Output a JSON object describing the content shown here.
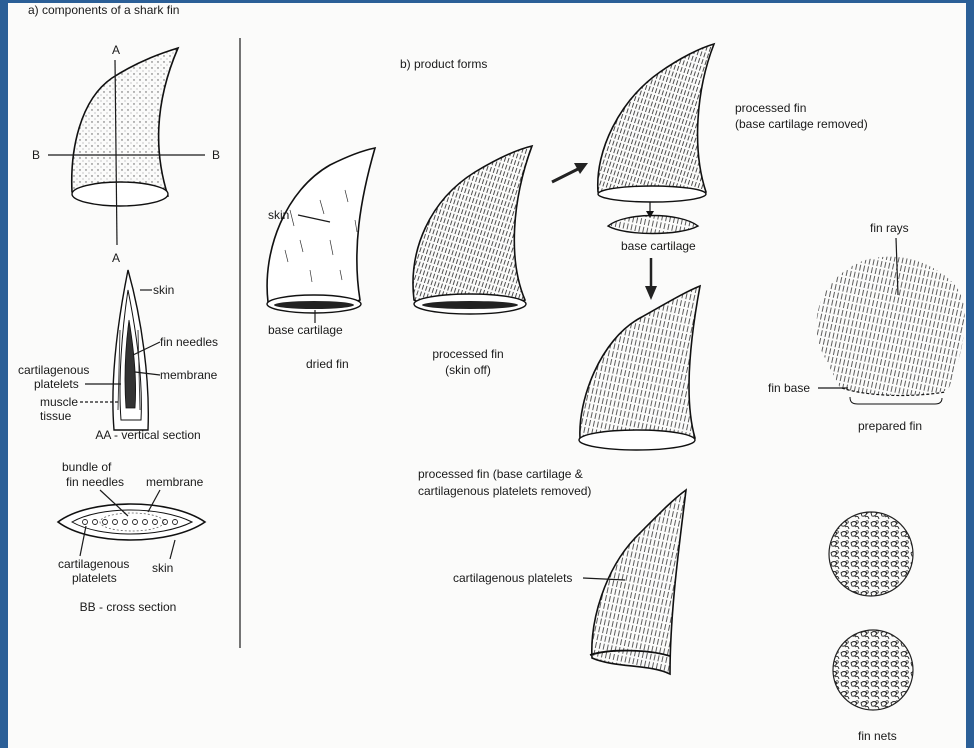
{
  "panel_a": {
    "title": "a) components of a shark fin",
    "axis_a_top": "A",
    "axis_a_bottom": "A",
    "axis_b_left": "B",
    "axis_b_right": "B",
    "vertical_section": {
      "caption": "AA - vertical section",
      "labels": {
        "skin": "skin",
        "fin_needles": "fin needles",
        "membrane": "membrane",
        "cartilagenous_platelets_1": "cartilagenous",
        "cartilagenous_platelets_2": "platelets",
        "muscle_tissue_1": "muscle",
        "muscle_tissue_2": "tissue"
      }
    },
    "cross_section": {
      "caption": "BB - cross section",
      "labels": {
        "bundle_1": "bundle of",
        "bundle_2": "fin needles",
        "membrane": "membrane",
        "cartilagenous_platelets_1": "cartilagenous",
        "cartilagenous_platelets_2": "platelets",
        "skin": "skin"
      }
    }
  },
  "panel_b": {
    "title": "b) product forms",
    "dried_fin": {
      "skin": "skin",
      "base_cartilage": "base cartilage",
      "caption": "dried fin"
    },
    "processed_skin_off": {
      "caption_1": "processed fin",
      "caption_2": "(skin off)"
    },
    "processed_base_removed": {
      "caption_1": "processed fin",
      "caption_2": "(base cartilage removed)",
      "base_cartilage": "base cartilage"
    },
    "processed_both_removed": {
      "caption_1": "processed fin (base cartilage &",
      "caption_2": "cartilagenous platelets removed)"
    },
    "platelets": {
      "label": "cartilagenous platelets"
    },
    "prepared_fin": {
      "fin_rays": "fin rays",
      "fin_base": "fin base",
      "caption": "prepared fin"
    },
    "fin_nets": {
      "caption": "fin nets"
    }
  }
}
